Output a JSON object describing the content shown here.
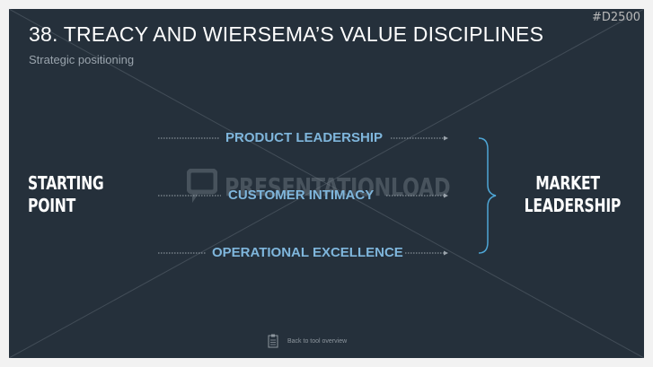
{
  "slide": {
    "code": "#D2500",
    "title": "38. TREACY AND WIERSEMA’S VALUE DISCIPLINES",
    "subtitle": "Strategic positioning"
  },
  "diagram": {
    "start_lines": [
      "STARTING",
      "POINT"
    ],
    "disciplines": [
      "PRODUCT LEADERSHIP",
      "CUSTOMER INTIMACY",
      "OPERATIONAL EXCELLENCE"
    ],
    "result_lines": [
      "MARKET",
      "LEADERSHIP"
    ]
  },
  "watermark": {
    "text": "PRESENTATIONLOAD"
  },
  "footer": {
    "label": "Back to tool overview",
    "icon": "clipboard-icon"
  },
  "colors": {
    "background": "#25303b",
    "accent": "#7fb6dc",
    "arrow": "#9aa3ab",
    "brace": "#4ea6d6"
  }
}
